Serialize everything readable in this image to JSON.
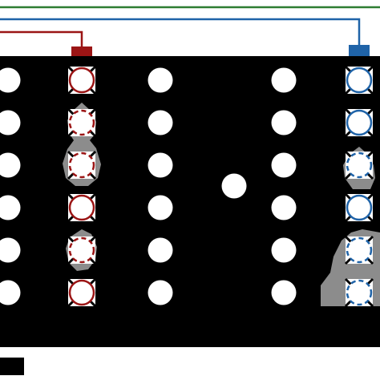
{
  "colors": {
    "background": "#ffffff",
    "panel": "#000000",
    "hole_fill": "#ffffff",
    "red_accent": "#9b1515",
    "blue_accent": "#1f63a8",
    "green_line": "#2e7d32",
    "gray_blob": "#8c8c8c"
  },
  "legend": {
    "green_line": "",
    "blue_line": "",
    "red_line": ""
  },
  "grid": {
    "rows": 6,
    "white_columns": 3,
    "center_dot": true,
    "red_column": {
      "label": "",
      "rings": [
        "solid",
        "dashed",
        "dashed",
        "solid",
        "dashed",
        "solid"
      ]
    },
    "blue_column": {
      "label": "",
      "rings": [
        "solid",
        "solid",
        "dashed",
        "solid",
        "dashed",
        "dashed"
      ]
    }
  },
  "footer_box": {
    "label": ""
  }
}
